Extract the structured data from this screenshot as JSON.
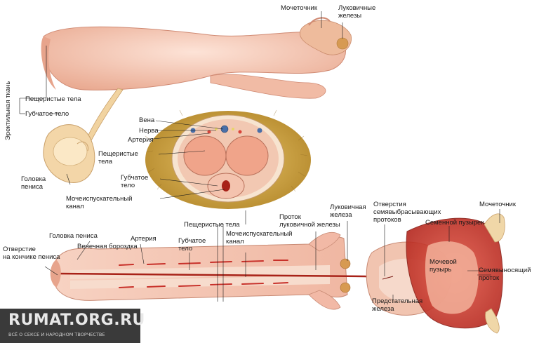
{
  "colors": {
    "skin": "#f6c9b8",
    "skin_dark": "#e3a08a",
    "tissue_red": "#d9443a",
    "hair": "#c9a03a",
    "section_pink": "#f2b9a6",
    "watermark_bg": "#3a3a3a"
  },
  "labels": {
    "vertical": "Эректильная ткань",
    "top_urethra": "Мочеточник",
    "top_bulbo": "Луковичные\nжелезы",
    "cav": "Пещеристые тела",
    "spong": "Губчатое тело",
    "head": "Головка\nпениса",
    "vein": "Вена",
    "nerve": "Нерва",
    "artery": "Артерия",
    "cs_cav": "Пещеристые\nтела",
    "cs_spong": "Губчатое\nтело",
    "cs_canal": "Мочеиспускательный\nканал",
    "bot_cav": "Пещеристые тела",
    "bot_head": "Головка пениса",
    "bot_glans_groove": "Венечная бороздка",
    "bot_artery": "Артерия",
    "bot_spong": "Губчатое\nтело",
    "bot_canal": "Мочеиспускательный\nканал",
    "bot_opening": "Отверстие\nна кончике пениса",
    "bot_duct": "Проток\nлуковичной железы",
    "bot_bulbo": "Луковичная\nжелеза",
    "bot_ejac_open": "Отверстия\nсемявыбрасывающих\nпротоков",
    "bot_urethra": "Мочеточник",
    "bot_seminal": "Семенной пузырек",
    "bot_bladder": "Мочевой\nпузырь",
    "bot_ejac_duct": "Семявыносящий\nпроток",
    "bot_prostate": "Предстательная\nжелеза"
  },
  "watermark": {
    "main": "RUMAT.ORG.RU",
    "sub": "ВСЁ О СЕКСЕ И НАРОДНОМ ТВОРЧЕСТВЕ"
  }
}
